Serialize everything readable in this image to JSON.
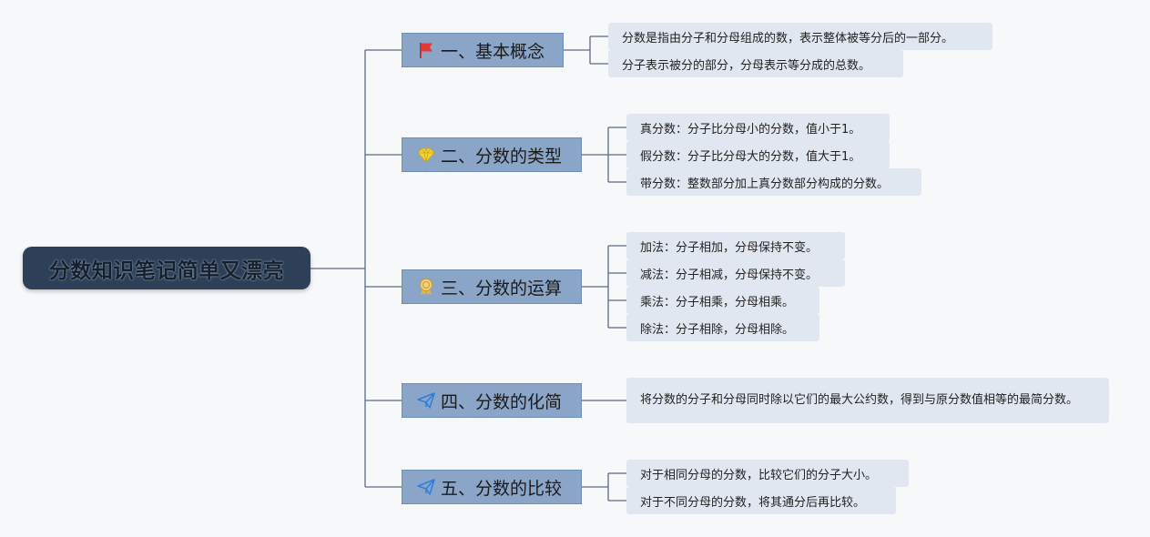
{
  "root": {
    "label": "分数知识笔记简单又漂亮"
  },
  "branches": [
    {
      "label": "一、基本概念",
      "icon": "red-flag-icon",
      "leaves": [
        "分数是指由分子和分母组成的数，表示整体被等分后的一部分。",
        "分子表示被分的部分，分母表示等分成的总数。"
      ]
    },
    {
      "label": "二、分数的类型",
      "icon": "diamond-icon",
      "leaves": [
        "真分数：分子比分母小的分数，值小于1。",
        "假分数：分子比分母大的分数，值大于1。",
        "带分数：整数部分加上真分数部分构成的分数。"
      ]
    },
    {
      "label": "三、分数的运算",
      "icon": "award-medal-icon",
      "leaves": [
        "加法：分子相加，分母保持不变。",
        "减法：分子相减，分母保持不变。",
        "乘法：分子相乘，分母相乘。",
        "除法：分子相除，分母相除。"
      ]
    },
    {
      "label": "四、分数的化简",
      "icon": "paper-plane-icon",
      "leaves": [
        "将分数的分子和分母同时除以它们的最大公约数，得到与原分数值相等的最简分数。"
      ]
    },
    {
      "label": "五、分数的比较",
      "icon": "paper-plane-icon",
      "leaves": [
        "对于相同分母的分数，比较它们的分子大小。",
        "对于不同分母的分数，将其通分后再比较。"
      ]
    }
  ],
  "colors": {
    "root_bg": "#2e4057",
    "branch_bg": "#8aa5c8",
    "leaf_bg": "#e1e7f0",
    "connector": "#5a6b82"
  }
}
